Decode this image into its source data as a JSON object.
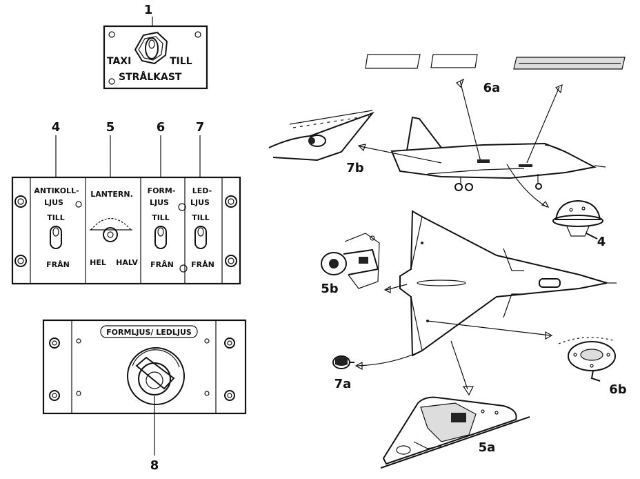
{
  "taxi_panel": {
    "callout": "1",
    "left_label": "TAXI",
    "right_label": "TILL",
    "bottom_label": "STRÅLKAST"
  },
  "switch_panel": {
    "callouts": [
      "4",
      "5",
      "6",
      "7"
    ],
    "antikoll_label_1": "ANTIKOLL-",
    "antikoll_label_2": "LJUS",
    "antikoll_on": "TILL",
    "antikoll_off": "FRÅN",
    "lantern_label": "LANTERN.",
    "lantern_left": "HEL",
    "lantern_right": "HALV",
    "formljus_label_1": "FORM-",
    "formljus_label_2": "LJUS",
    "formljus_on": "TILL",
    "formljus_off": "FRÅN",
    "ledljus_label_1": "LED-",
    "ledljus_label_2": "LJUS",
    "ledljus_on": "TILL",
    "ledljus_off": "FRÅN"
  },
  "rheostat_panel": {
    "title": "FORMLJUS/ LEDLJUS",
    "callout": "8"
  },
  "aircraft_callouts": {
    "c6a": "6a",
    "c7b": "7b",
    "c4": "4",
    "c5b": "5b",
    "c7a": "7a",
    "c6b": "6b",
    "c5a": "5a"
  }
}
